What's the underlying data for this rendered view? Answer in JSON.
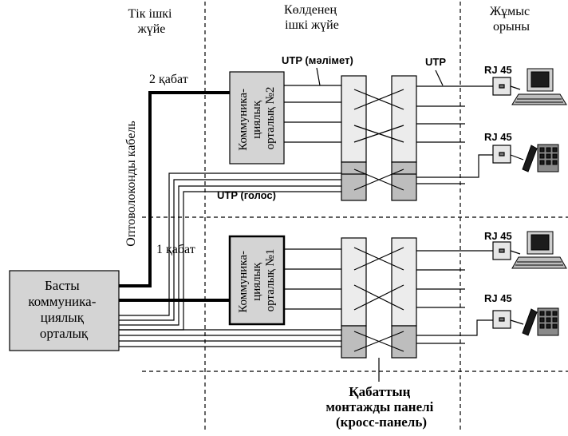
{
  "columns": {
    "vertical": [
      "Тік ішкі",
      "жүйе"
    ],
    "horizontal": [
      "Көлденең",
      "ішкі жүйе"
    ],
    "workplace": [
      "Жұмыс",
      "орыны"
    ]
  },
  "floors": {
    "floor2": "2 қабат",
    "floor1": "1 қабат"
  },
  "fiber_cable": "Оптоволоконды кабель",
  "main_center": [
    "Басты",
    "коммуника-",
    "циялық",
    "орталық"
  ],
  "floor_center_2": {
    "lines": [
      "Коммуника-",
      "циялық",
      "орталық №2"
    ]
  },
  "floor_center_1": {
    "lines": [
      "Коммуника-",
      "циялық",
      "орталық №1"
    ]
  },
  "cables": {
    "utp_data": "UTP (мәлімет)",
    "utp": "UTP",
    "utp_voice": "UTP (голос)"
  },
  "rj45": [
    "RJ 45",
    "RJ 45",
    "RJ 45",
    "RJ 45"
  ],
  "patch_panel": [
    "Қабаттың",
    "монтажды панелі",
    "(кросс-панель)"
  ],
  "colors": {
    "panel_light": "#ececec",
    "panel_dark": "#bdbdbd",
    "center_fill": "#d4d4d4"
  }
}
